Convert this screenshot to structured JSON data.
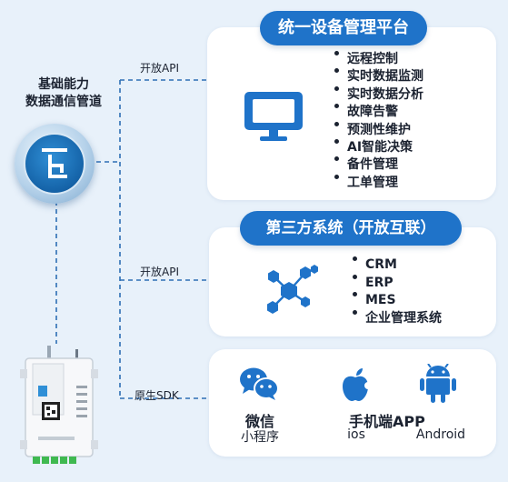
{
  "left": {
    "title_line1": "基础能力",
    "title_line2": "数据通信管道"
  },
  "connectors": {
    "label_top": "开放API",
    "label_mid": "开放API",
    "label_bottom": "原生SDK"
  },
  "platform_panel": {
    "title": "统一设备管理平台",
    "items": [
      "远程控制",
      "实时数据监测",
      "实时数据分析",
      "故障告警",
      "预测性维护",
      "AI智能决策",
      "备件管理",
      "工单管理"
    ]
  },
  "third_party_panel": {
    "title": "第三方系统（开放互联）",
    "items": [
      "CRM",
      "ERP",
      "MES",
      "企业管理系统"
    ]
  },
  "apps_panel": {
    "wechat_label": "微信",
    "wechat_sub": "小程序",
    "mobile_label": "手机端APP",
    "ios_label": "ios",
    "android_label": "Android"
  },
  "colors": {
    "accent_blue": "#1f73c9",
    "android_green": "#55b84f",
    "wechat_green": "#2aae67",
    "background": "#e8f1fa"
  }
}
